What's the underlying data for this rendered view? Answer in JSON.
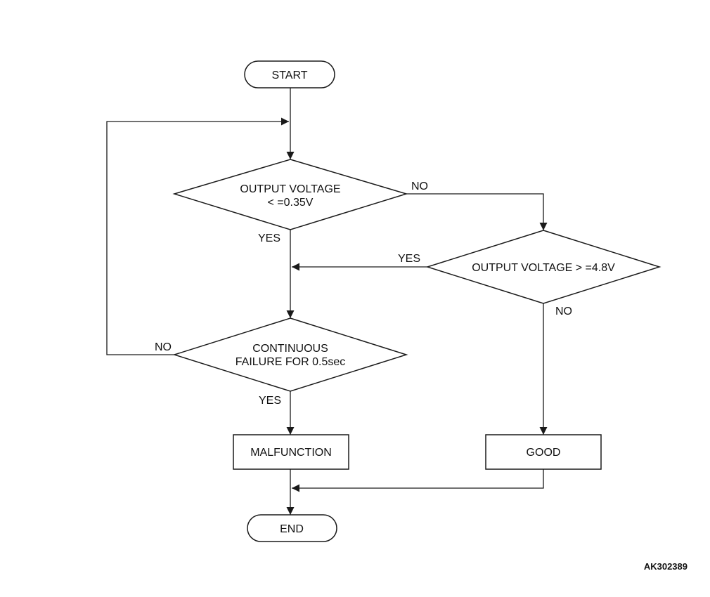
{
  "nodes": {
    "start": "START",
    "decision_low_line1": "OUTPUT VOLTAGE",
    "decision_low_line2": "< =0.35V",
    "decision_high": "OUTPUT VOLTAGE > =4.8V",
    "decision_continuous_line1": "CONTINUOUS",
    "decision_continuous_line2": "FAILURE FOR 0.5sec",
    "malfunction": "MALFUNCTION",
    "good": "GOOD",
    "end": "END"
  },
  "edges": {
    "low_no": "NO",
    "low_yes": "YES",
    "high_yes": "YES",
    "high_no": "NO",
    "continuous_no": "NO",
    "continuous_yes": "YES"
  },
  "figure_code": "AK302389"
}
